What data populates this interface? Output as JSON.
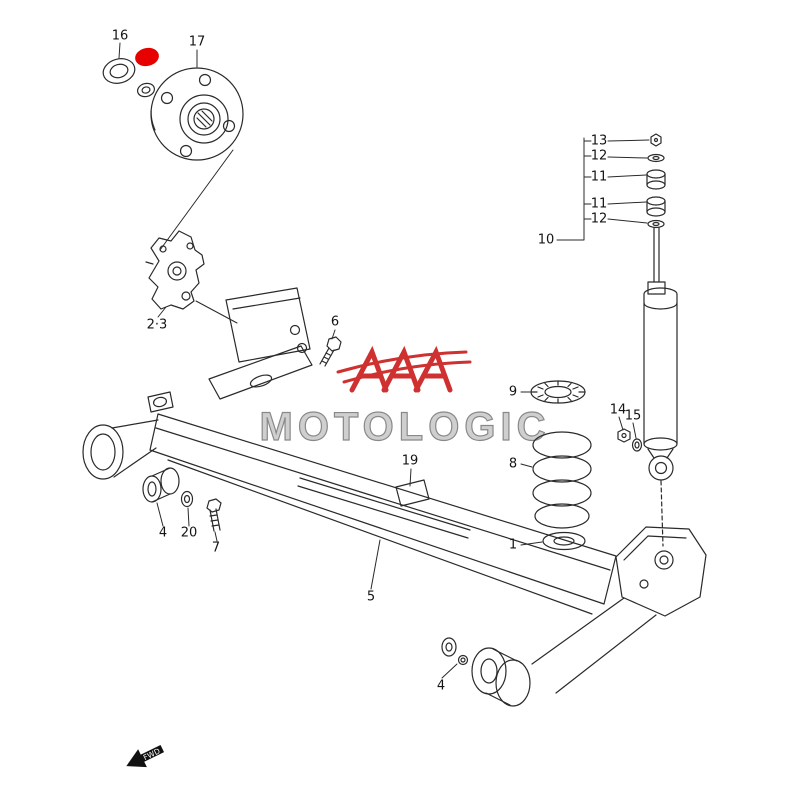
{
  "diagram": {
    "line_color": "#2a2a2a",
    "highlight_color": "#e60000",
    "watermark": {
      "text": "MOTOLOGIC",
      "logo_color": "#cc1f1f",
      "text_color": "#cccccc"
    },
    "fwd": {
      "label": "FWD"
    },
    "labels": [
      {
        "text": "16"
      },
      {
        "text": "17"
      },
      {
        "text": "13"
      },
      {
        "text": "12"
      },
      {
        "text": "11"
      },
      {
        "text": "11"
      },
      {
        "text": "12"
      },
      {
        "text": "10"
      },
      {
        "text": "2·3"
      },
      {
        "text": "6"
      },
      {
        "text": "9"
      },
      {
        "text": "14"
      },
      {
        "text": "15"
      },
      {
        "text": "8"
      },
      {
        "text": "19"
      },
      {
        "text": "4"
      },
      {
        "text": "20"
      },
      {
        "text": "7"
      },
      {
        "text": "1"
      },
      {
        "text": "5"
      },
      {
        "text": "4"
      }
    ]
  }
}
